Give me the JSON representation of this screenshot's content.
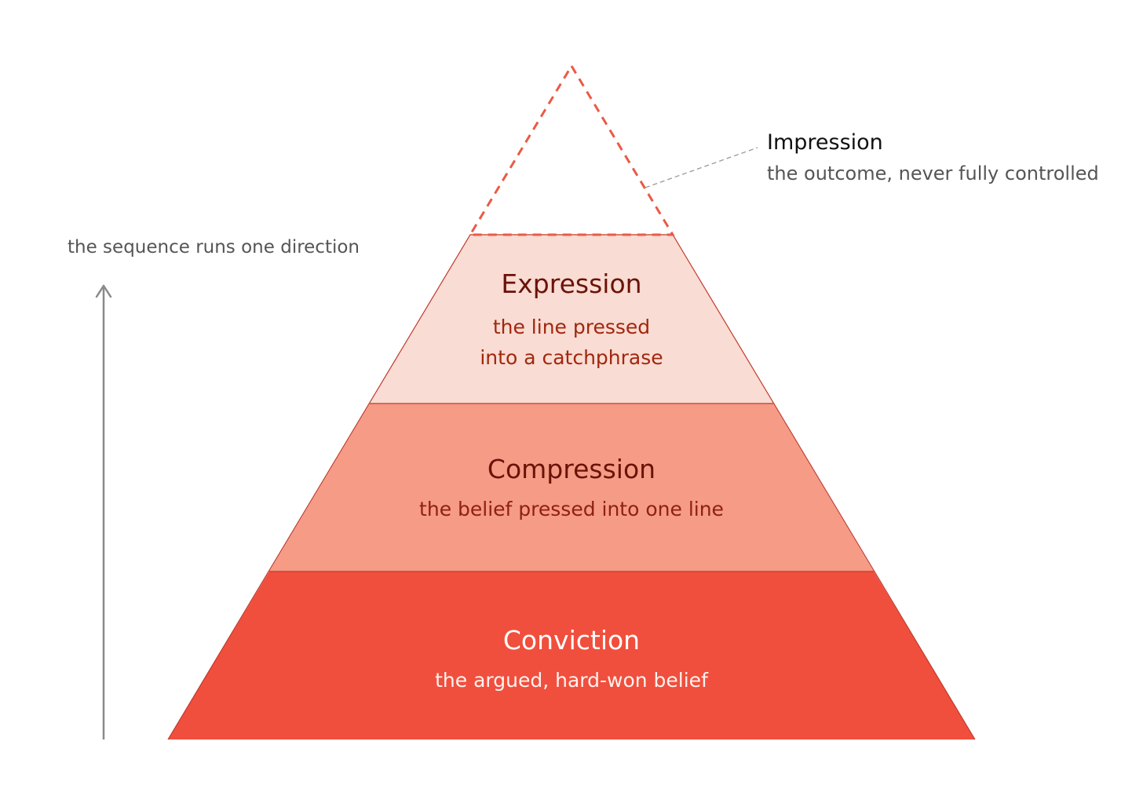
{
  "diagram": {
    "tiers": [
      {
        "id": "conviction",
        "title": "Conviction",
        "subtitle_lines": [
          "the argued, hard-won belief"
        ],
        "fill": "#F04F3D",
        "title_color": "#FFFFFF",
        "subtitle_color": "#FFF2EF"
      },
      {
        "id": "compression",
        "title": "Compression",
        "subtitle_lines": [
          "the belief pressed into one line"
        ],
        "fill": "#F59B86",
        "title_color": "#6B1208",
        "subtitle_color": "#8F2110"
      },
      {
        "id": "expression",
        "title": "Expression",
        "subtitle_lines": [
          "the line pressed",
          "into a catchphrase"
        ],
        "fill": "#F9DCD3",
        "title_color": "#6B1208",
        "subtitle_color": "#A1270F"
      }
    ],
    "apex": {
      "title": "Impression",
      "subtitle": "the outcome, never fully controlled",
      "outline_color": "#EA5A45",
      "title_color": "#111111",
      "subtitle_color": "#555555",
      "leader_color": "#9A9A9A"
    },
    "direction_note": {
      "text": "the sequence runs one direction",
      "arrow_color": "#8A8A8A",
      "text_color": "#555555"
    },
    "divider_color": "#C1392B"
  }
}
